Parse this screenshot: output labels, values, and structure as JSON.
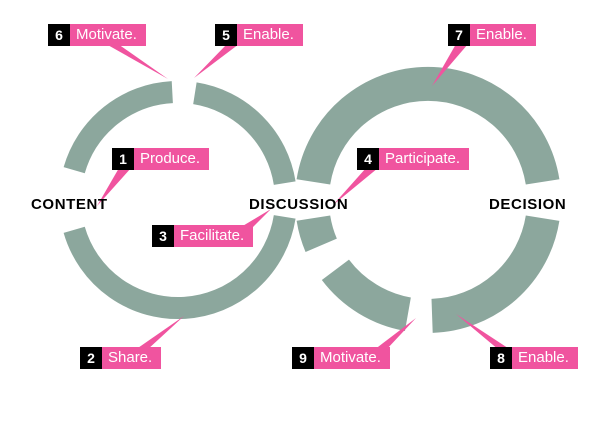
{
  "diagram": {
    "stages": [
      {
        "label": "CONTENT"
      },
      {
        "label": "DISCUSSION"
      },
      {
        "label": "DECISION"
      }
    ],
    "callouts": [
      {
        "num": "1",
        "text": "Produce."
      },
      {
        "num": "2",
        "text": "Share."
      },
      {
        "num": "3",
        "text": "Facilitate."
      },
      {
        "num": "4",
        "text": "Participate."
      },
      {
        "num": "5",
        "text": "Enable."
      },
      {
        "num": "6",
        "text": "Motivate."
      },
      {
        "num": "7",
        "text": "Enable."
      },
      {
        "num": "8",
        "text": "Enable."
      },
      {
        "num": "9",
        "text": "Motivate."
      }
    ]
  },
  "colors": {
    "accent_pink": "#F0549F",
    "loop_green": "#8CA79D",
    "number_black": "#000000",
    "text_white": "#FFFFFF"
  }
}
